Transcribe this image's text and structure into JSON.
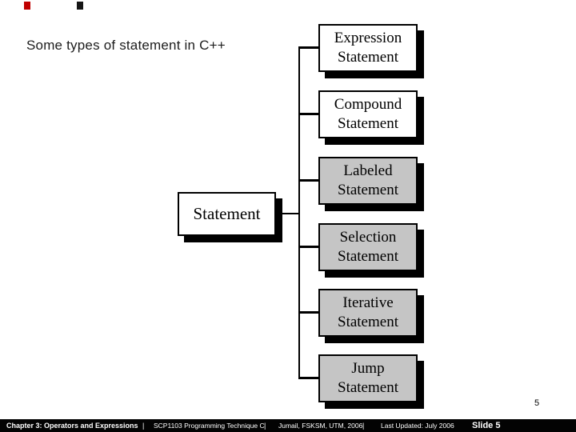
{
  "slide": {
    "title": "Some types of statement in C++",
    "page_number": "5"
  },
  "diagram": {
    "root": {
      "label": "Statement"
    },
    "children": [
      {
        "line1": "Expression",
        "line2": "Statement",
        "fill": "#ffffff"
      },
      {
        "line1": "Compound",
        "line2": "Statement",
        "fill": "#ffffff"
      },
      {
        "line1": "Labeled",
        "line2": "Statement",
        "fill": "#c5c5c5"
      },
      {
        "line1": "Selection",
        "line2": "Statement",
        "fill": "#c5c5c5"
      },
      {
        "line1": "Iterative",
        "line2": "Statement",
        "fill": "#c5c5c5"
      },
      {
        "line1": "Jump",
        "line2": "Statement",
        "fill": "#c5c5c5"
      }
    ]
  },
  "footer": {
    "chapter": "Chapter 3: Operators and Expressions",
    "sep1": "|",
    "course": "SCP1103 Programming Technique C",
    "sep2": "|",
    "author": "Jumail, FSKSM, UTM, 2006",
    "sep3": "|",
    "updated": "Last Updated: July 2006",
    "slide": "Slide 5"
  },
  "colors": {
    "box_fill_white": "#ffffff",
    "box_fill_gray": "#c5c5c5",
    "box_border": "#000000",
    "box_shadow": "#000000",
    "connector": "#000000",
    "footer_bg": "#030303",
    "footer_text": "#ffffff",
    "title_text": "#1c1c1c",
    "deco_red": "#c00000",
    "deco_black": "#161616"
  }
}
